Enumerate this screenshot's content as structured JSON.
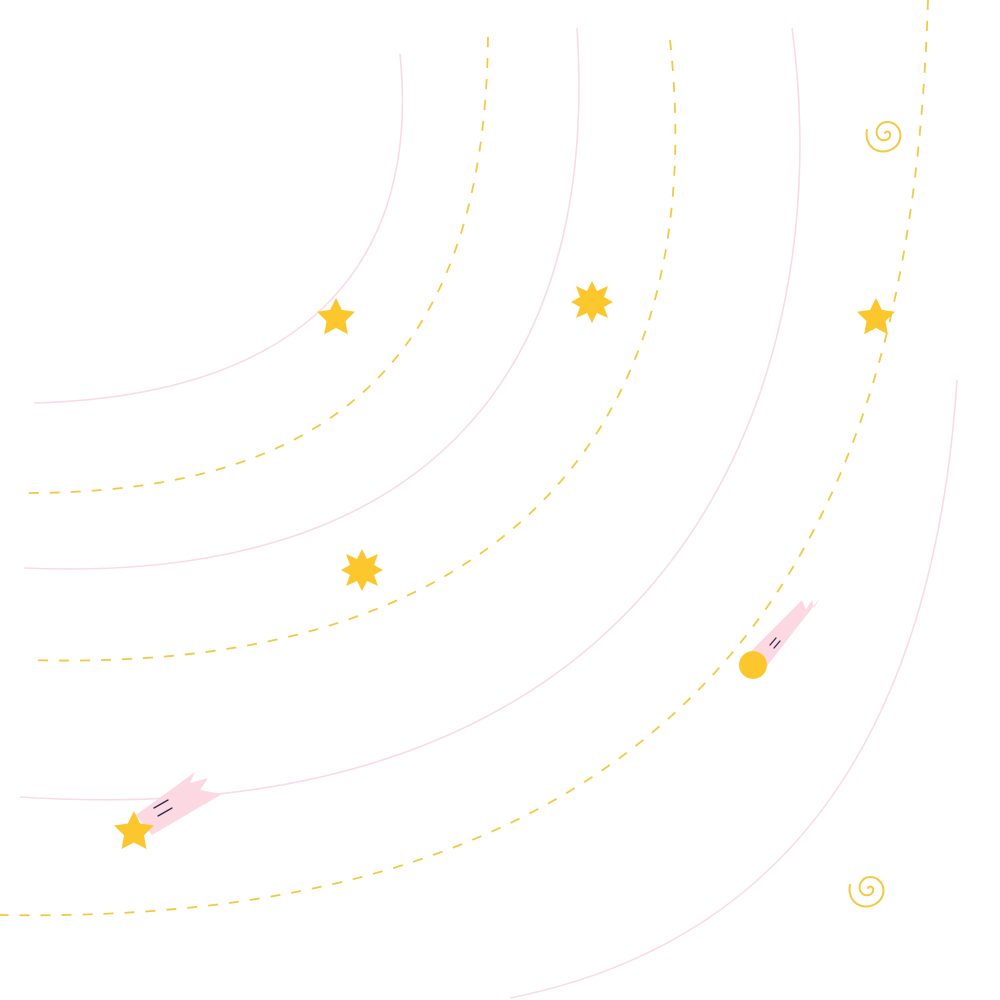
{
  "scene": {
    "description_free": true
  },
  "colors": {
    "background": "#ffffff",
    "pink_line": "#fadbe3",
    "yellow_dash": "#f5c842",
    "star_fill": "#fcc72c",
    "comet_tail": "#fcd9e2",
    "comet_streak": "#2b2a4c"
  },
  "icons": {
    "star": "five-point-star",
    "burst": "eight-point-burst",
    "spiral": "spiral",
    "comet": "comet"
  }
}
